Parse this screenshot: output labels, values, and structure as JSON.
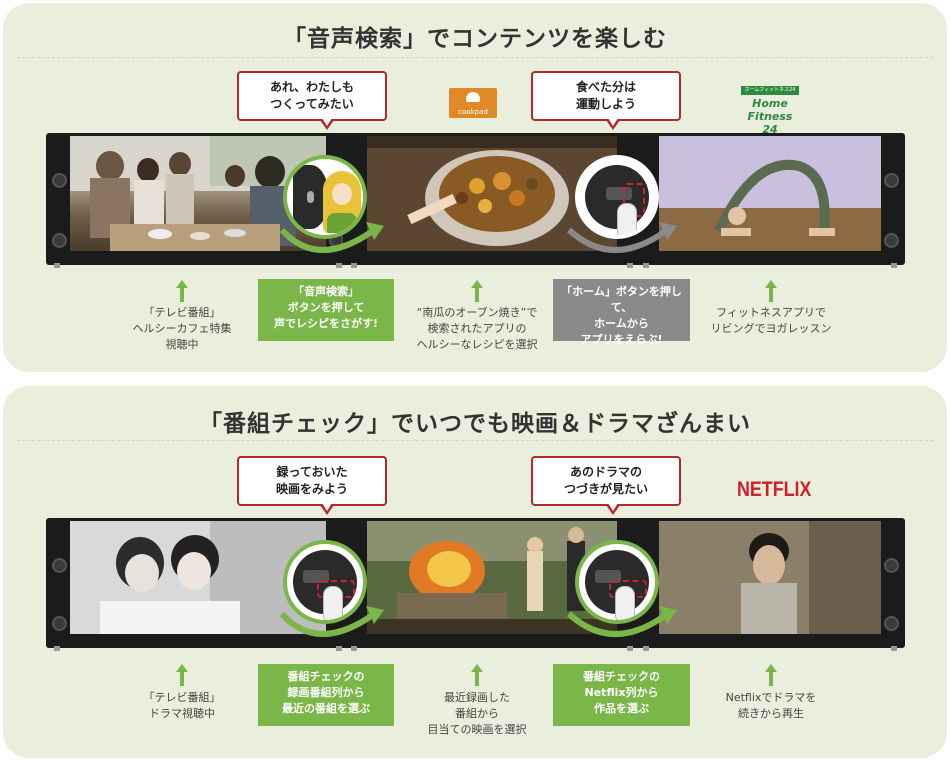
{
  "section1": {
    "title": "「音声検索」でコンテンツを楽しむ",
    "bubbles": [
      "あれ、わたしも\nつくってみたい",
      "食べた分は\n運動しよう"
    ],
    "captions": [
      "「テレビ番組」\nヘルシーカフェ特集\n視聴中",
      "“南瓜のオーブン焼き”で\n検索されたアプリの\nヘルシーなレシピを選択",
      "フィットネスアプリで\nリビングでヨガレッスン"
    ],
    "action_boxes": [
      "「音声検索」\nボタンを押して\n声でレシピをさがす!",
      "「ホーム」ボタンを押して、\nホームから\nアプリをえらぶ!"
    ],
    "logos": {
      "cookpad": "cookpad",
      "fitness_top": "ホームフィットネス24",
      "fitness_main": "Home Fitness 24"
    }
  },
  "section2": {
    "title": "「番組チェック」でいつでも映画＆ドラマざんまい",
    "bubbles": [
      "録っておいた\n映画をみよう",
      "あのドラマの\nつづきが見たい"
    ],
    "captions": [
      "「テレビ番組」\nドラマ視聴中",
      "最近録画した\n番組から\n目当ての映画を選択",
      "Netflixでドラマを\n続きから再生"
    ],
    "action_boxes": [
      "番組チェックの\n録画番組列から\n最近の番組を選ぶ",
      "番組チェックの\nNetflix列から\n作品を選ぶ"
    ],
    "logos": {
      "netflix": "NETFLIX"
    }
  },
  "colors": {
    "panel_bg": "#e9efdc",
    "accent_green": "#7ab648",
    "bubble_red": "#b3282d",
    "action_gray": "#8a8a8a",
    "netflix_red": "#d0202a"
  }
}
